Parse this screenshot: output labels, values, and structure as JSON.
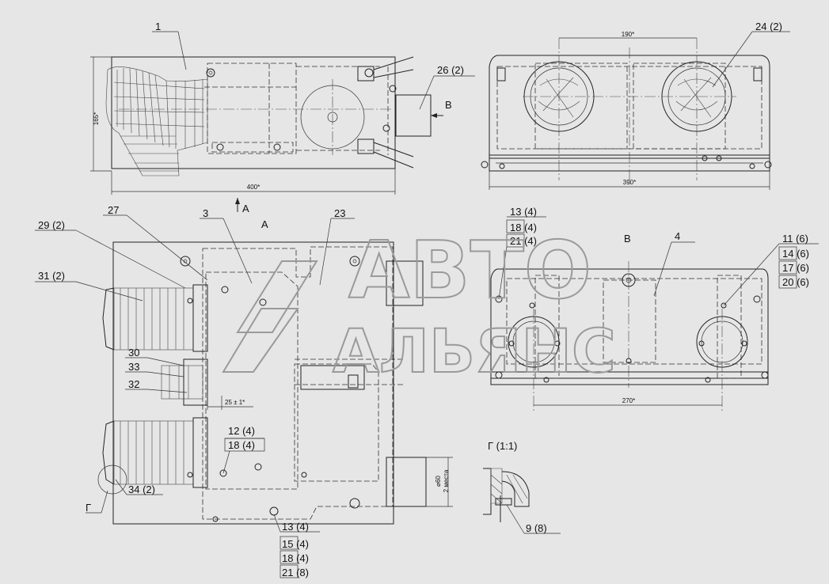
{
  "diagram": {
    "labels": {
      "l1": "1",
      "l3": "3",
      "l4": "4",
      "l23": "23",
      "l27": "27",
      "l24": "24 (2)",
      "l26": "26 (2)",
      "l29": "29 (2)",
      "l31": "31 (2)",
      "l30": "30",
      "l33": "33",
      "l32": "32",
      "l12": "12 (4)",
      "l18a": "18 (4)",
      "l34": "34 (2)",
      "lG": "Г",
      "l13b": "13 (4)",
      "l15": "15 (4)",
      "l18b": "18 (4)",
      "l21b": "21 (8)",
      "l13a": "13 (4)",
      "l18c": "18 (4)",
      "l21a": "21 (4)",
      "l11": "11 (6)",
      "l14": "14 (6)",
      "l17": "17 (6)",
      "l20": "20 (6)",
      "l9": "9  (8)"
    },
    "views": {
      "a": "A",
      "b": "B",
      "b_arrow": "B",
      "a_arrow": "A",
      "g_detail": "Г (1:1)"
    },
    "dimensions": {
      "d165": "165*",
      "d400": "400*",
      "d190": "190*",
      "d390": "390*",
      "d270": "270*",
      "d25": "25 ± 1*",
      "d60": "⌀60",
      "d2mesta": "2 места"
    },
    "watermark": {
      "line1": "АВТО",
      "line2": "АЛЬЯНС"
    }
  }
}
